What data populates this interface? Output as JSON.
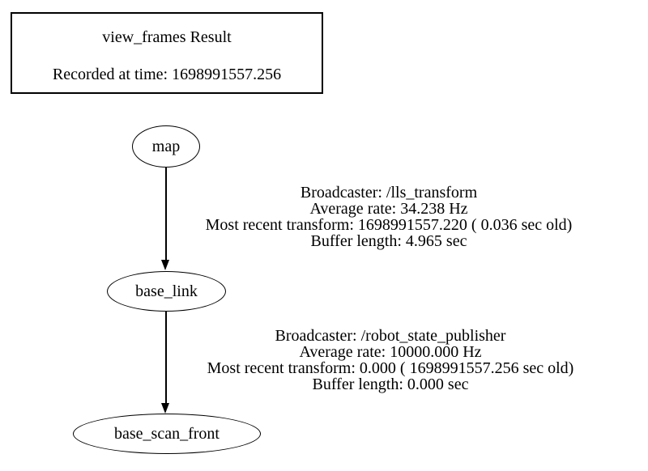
{
  "title_box": {
    "line1": "view_frames Result",
    "line2": "Recorded at time: 1698991557.256"
  },
  "nodes": [
    {
      "id": "map",
      "label": "map"
    },
    {
      "id": "base_link",
      "label": "base_link"
    },
    {
      "id": "base_scan_front",
      "label": "base_scan_front"
    }
  ],
  "edges": [
    {
      "from": "map",
      "to": "base_link",
      "label_lines": [
        "Broadcaster: /lls_transform",
        "Average rate: 34.238 Hz",
        "Most recent transform: 1698991557.220 ( 0.036 sec old)",
        "Buffer length: 4.965 sec"
      ]
    },
    {
      "from": "base_link",
      "to": "base_scan_front",
      "label_lines": [
        "Broadcaster: /robot_state_publisher",
        "Average rate: 10000.000 Hz",
        "Most recent transform: 0.000 ( 1698991557.256 sec old)",
        "Buffer length: 0.000 sec"
      ]
    }
  ],
  "colors": {
    "background": "#ffffff",
    "stroke": "#000000",
    "text": "#000000"
  }
}
